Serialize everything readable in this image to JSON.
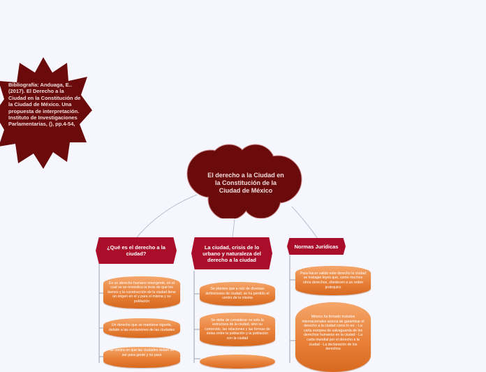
{
  "central": {
    "title": "El derecho a la Ciudad en la Constitución de la Ciudad de México"
  },
  "bibliography": {
    "text": "Bibliografía: Anduaga, E.. (2017). El Derecho a la Ciudad en la Constitución de la Ciudad de México. Una propuesta de interpretación. Instituto de Investigaciones Parlamentarias, (), pp.4-54,"
  },
  "topics": [
    {
      "label": "¿Qué es el derecho a la ciudad?",
      "subtopics": [
        "Es un derecho humano emergente, en el cual se se reivindica la tesis de que los bienes y la construcción de la ciudad tiene un origen en sí y para sí misma y su población",
        "Un derecho que se mantiene vigente, debido a las evoluciones de las ciudades",
        "Se centra en que las ciudades deben de ser para gente y no para"
      ]
    },
    {
      "label": "La ciudad, crisis de lo urbano y naturaleza del derecho a la ciudad",
      "subtopics": [
        "Se plantea que a raíz de diversas definiciones de ciudad, se ha perdido el centro de la misma",
        "Se debe de considerar no solo la estructura de la ciudad, sino su contenido, las relaciones y las formas de éstas entre la población y la población con la ciudad",
        ""
      ]
    },
    {
      "label": "Normas Jurídicas",
      "subtopics": [
        "Para hacer valido este derecho la ciudad se trabajan leyes que, como muchos otros derechos, obedecen a un orden jerárquico",
        "México ha firmado tratados internacionales acerca de garantizar el derecho a la ciudad como lo es: - La carta europea de salvaguarda de los derechos humanos en la ciudad - La carta mundial por el derecho a la ciudad - La declaración de los derechos"
      ]
    }
  ],
  "colors": {
    "background": "#f6f7fe",
    "central": "#6b0a0a",
    "topic": "#a90d2a",
    "subtopic": "#e8813a",
    "connector": "#b9bfcc"
  }
}
